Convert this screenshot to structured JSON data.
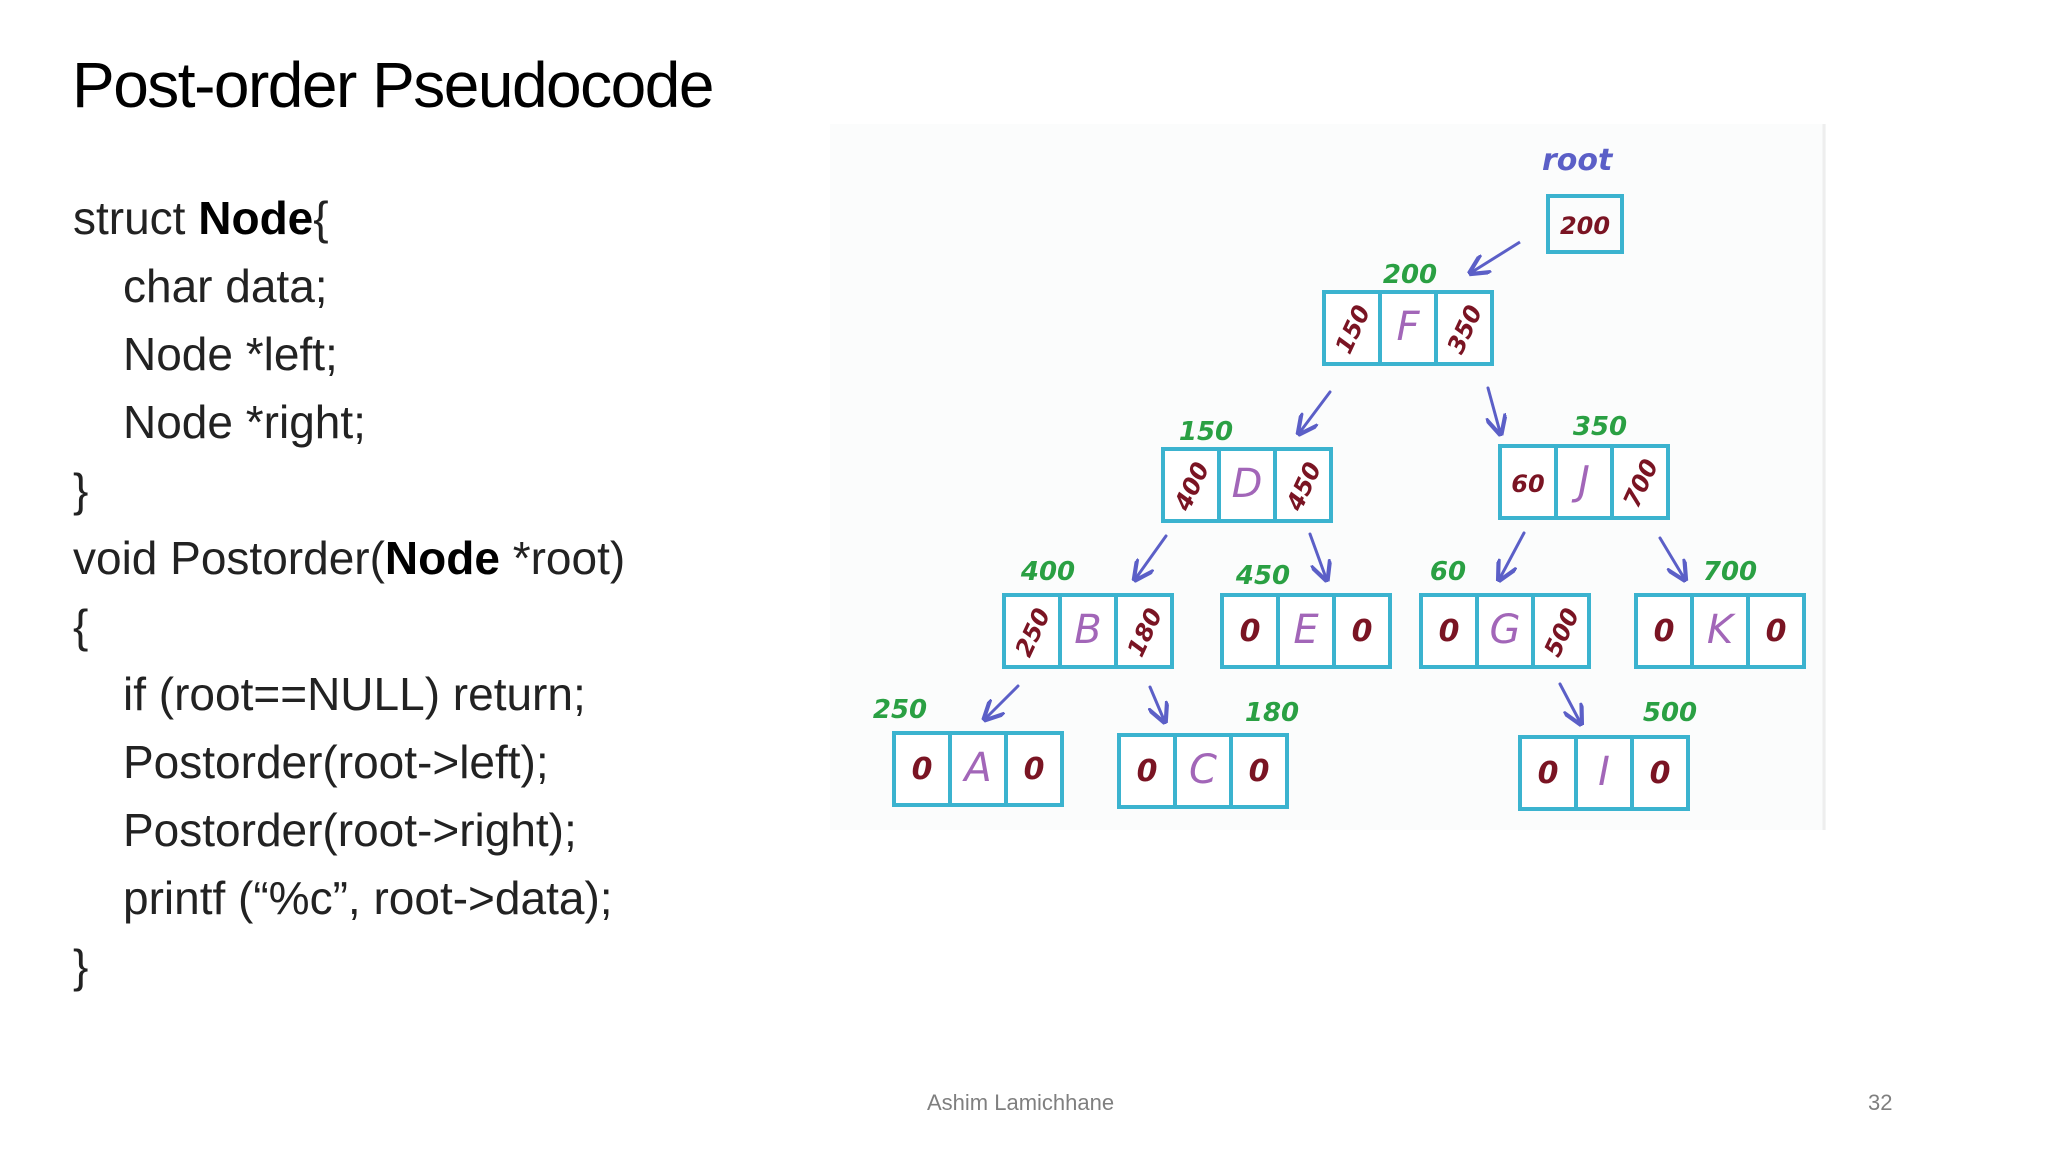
{
  "slide": {
    "title": "Post-order Pseudocode",
    "footer": "Ashim Lamichhane",
    "page_number": "32"
  },
  "code": {
    "line1_pre": "struct ",
    "line1_bold": "Node",
    "line1_post": "{",
    "line2": "char data;",
    "line3": "Node *left;",
    "line4": "Node *right;",
    "line5": "}",
    "line6_pre": "void Postorder(",
    "line6_bold": "Node",
    "line6_post": " *root)",
    "line7": "{",
    "line8": "if (root==NULL) return;",
    "line9": "Postorder(root->left);",
    "line10": "Postorder(root->right);",
    "line11": "printf (“%c”, root->data);",
    "line12": "}"
  },
  "tree": {
    "root_label": "root",
    "root_value": "200",
    "nodes": {
      "F": {
        "address": "200",
        "left": "150",
        "data": "F",
        "right": "350"
      },
      "D": {
        "address": "150",
        "left": "400",
        "data": "D",
        "right": "450"
      },
      "J": {
        "address": "350",
        "left": "60",
        "data": "J",
        "right": "700"
      },
      "B": {
        "address": "400",
        "left": "250",
        "data": "B",
        "right": "180"
      },
      "E": {
        "address": "450",
        "left": "0",
        "data": "E",
        "right": "0"
      },
      "G": {
        "address": "60",
        "left": "0",
        "data": "G",
        "right": "500"
      },
      "K": {
        "address": "700",
        "left": "0",
        "data": "K",
        "right": "0"
      },
      "A": {
        "address": "250",
        "left": "0",
        "data": "A",
        "right": "0"
      },
      "C": {
        "address": "180",
        "left": "0",
        "data": "C",
        "right": "0"
      },
      "I": {
        "address": "500",
        "left": "0",
        "data": "I",
        "right": "0"
      }
    }
  },
  "colors": {
    "box": "#3bb3cf",
    "address": "#2aa043",
    "data_letter": "#a266b8",
    "pointer": "#7a1423",
    "arrow": "#5b5fc7",
    "root_label": "#5b5fc7"
  }
}
